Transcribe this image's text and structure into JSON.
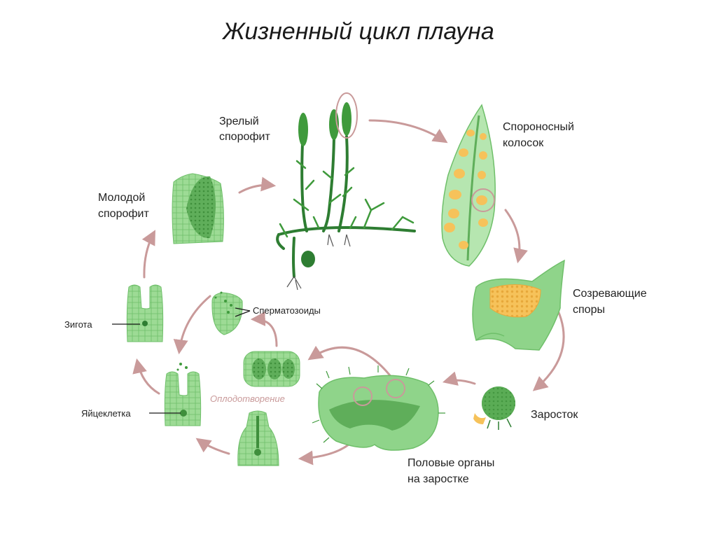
{
  "title": "Жизненный цикл плауна",
  "labels": {
    "mature_sporophyte_1": "Зрелый",
    "mature_sporophyte_2": "спорофит",
    "sporangium_spike_1": "Спороносный",
    "sporangium_spike_2": "колосок",
    "ripening_spores_1": "Созревающие",
    "ripening_spores_2": "споры",
    "prothallus": "Заросток",
    "sex_organs_1": "Половые органы",
    "sex_organs_2": "на заростке",
    "young_sporophyte_1": "Молодой",
    "young_sporophyte_2": "спорофит",
    "zygote": "Зигота",
    "egg_cell": "Яйцеклетка",
    "sperm": "Сперматозоиды",
    "fertilization": "Оплодотворение"
  },
  "colors": {
    "arrow": "#c99a9a",
    "plant_dark": "#2e7d32",
    "tissue": "#8fd48a",
    "tissue_light": "#b6e6b0",
    "spore": "#f6c25a"
  }
}
